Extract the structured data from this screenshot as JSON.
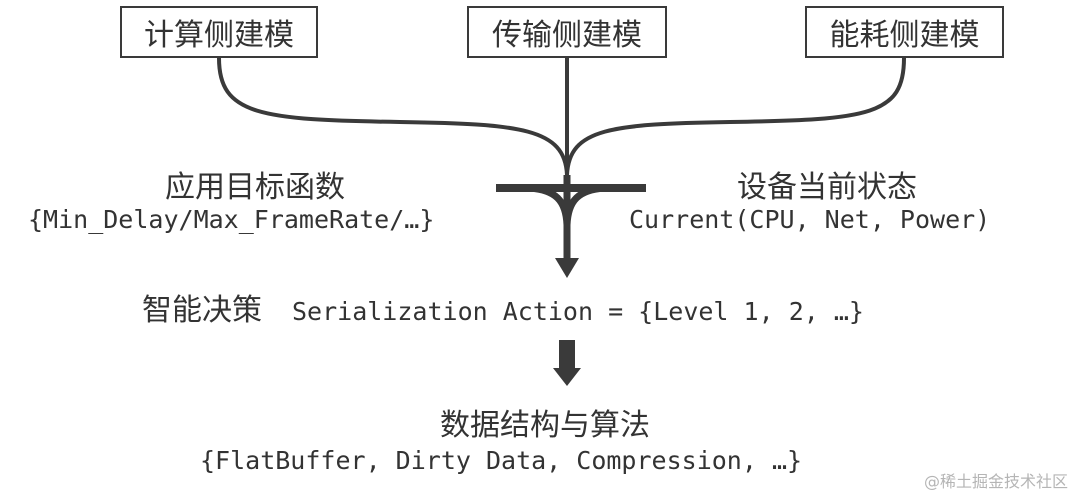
{
  "boxes": {
    "compute": "计算侧建模",
    "transmit": "传输侧建模",
    "energy": "能耗侧建模"
  },
  "objective": {
    "title": "应用目标函数",
    "detail": "{Min_Delay/Max_FrameRate/…}"
  },
  "device_state": {
    "title": "设备当前状态",
    "detail": "Current(CPU, Net, Power)"
  },
  "decision": {
    "title": "智能决策",
    "detail": "Serialization Action = {Level 1, 2, …}"
  },
  "data_structure": {
    "title": "数据结构与算法",
    "detail": "{FlatBuffer, Dirty Data, Compression, …}"
  },
  "watermark": "@稀土掘金技术社区",
  "colors": {
    "line": "#3a3a3a",
    "text": "#333333",
    "watermark": "#b5b5b5"
  }
}
